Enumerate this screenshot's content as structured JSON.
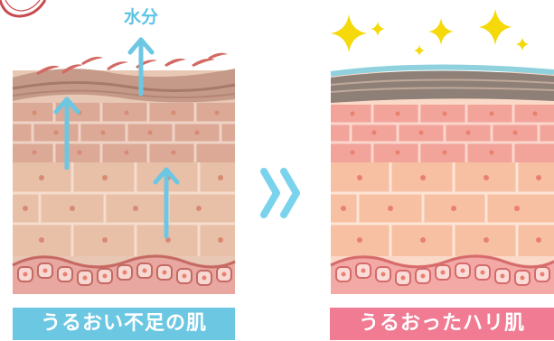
{
  "labels": {
    "water": "水分",
    "dry_skin": "うるおい不足の肌",
    "moist_skin": "うるおったハリ肌"
  },
  "icons": {
    "arrow_between": "double-chevron-right-icon",
    "sparkle": "sparkle-star-icon",
    "water_arrow": "arrow-up-icon"
  },
  "colors": {
    "water_blue": "#6cc7e3",
    "dry_brick": "#d9a48e",
    "moist_brick": "#f4b9a7",
    "cell_dot": "#e98070",
    "star_yellow": "#f5d90a",
    "caption_pink": "#f07b93"
  }
}
